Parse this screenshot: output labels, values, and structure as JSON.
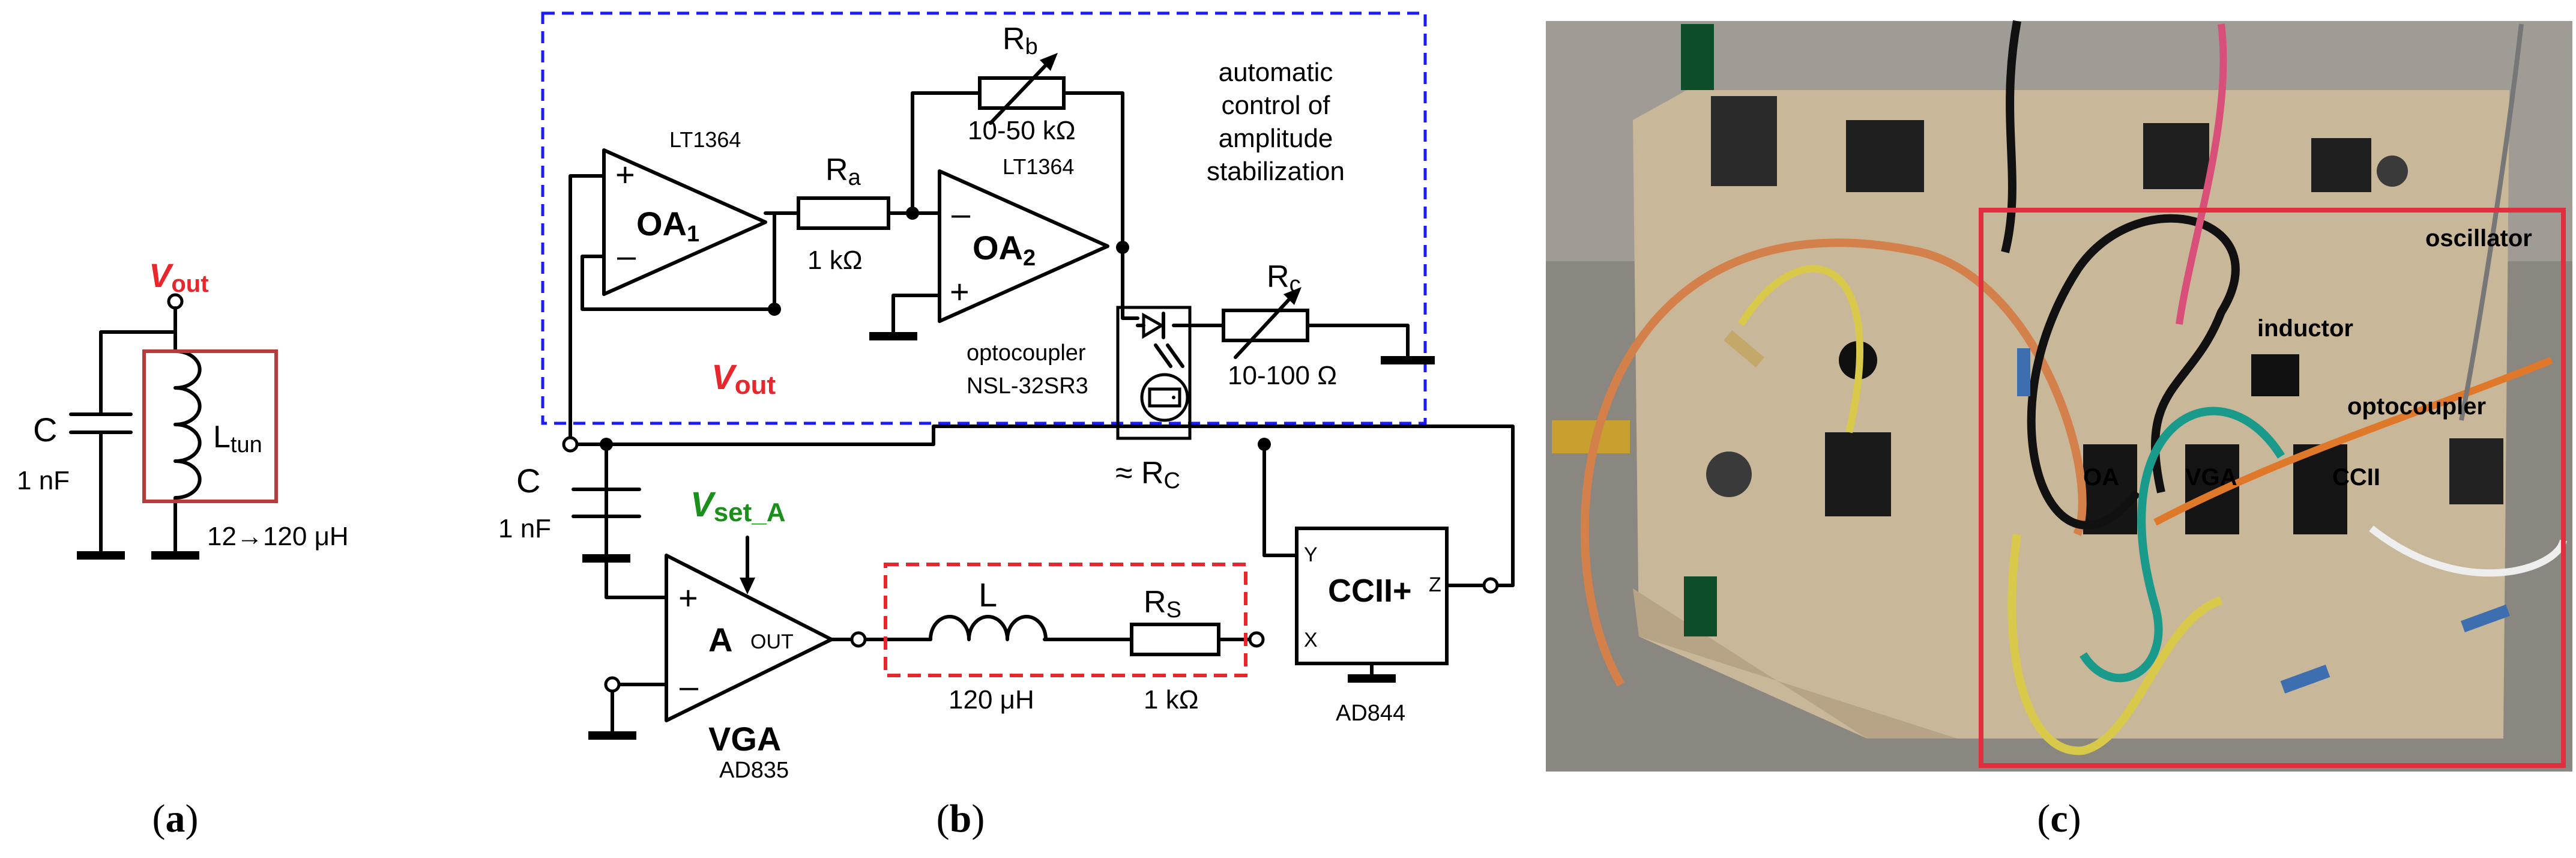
{
  "panel_a": {
    "caption": "(a)",
    "vout": "V",
    "vout_sub": "out",
    "cap_name": "C",
    "cap_value": "1 nF",
    "ind_name": "L",
    "ind_sub": "tun",
    "ind_range": "12→120 μH"
  },
  "panel_b": {
    "caption": "(b)",
    "agc_text": [
      "automatic",
      "control of",
      "amplitude",
      "stabilization"
    ],
    "oa1": {
      "part": "LT1364",
      "name": "OA",
      "sub": "1"
    },
    "oa2": {
      "part": "LT1364",
      "name": "OA",
      "sub": "2"
    },
    "ra": {
      "name": "R",
      "sub": "a",
      "value": "1 kΩ"
    },
    "rb": {
      "name": "R",
      "sub": "b",
      "value": "10-50 kΩ"
    },
    "rc": {
      "name": "R",
      "sub": "c",
      "value": "10-100 Ω"
    },
    "vout": {
      "main": "V",
      "sub": "out"
    },
    "opto": {
      "label": "optocoupler",
      "part": "NSL-32SR3",
      "approx": "≈ R",
      "approx_sub": "C"
    },
    "cap": {
      "name": "C",
      "value": "1 nF"
    },
    "vset": {
      "main": "V",
      "sub": "set_A"
    },
    "vga": {
      "letter": "A",
      "out": "OUT",
      "name": "VGA",
      "part": "AD835"
    },
    "ind": {
      "name": "L",
      "value": "120 μH"
    },
    "rs": {
      "name": "R",
      "sub": "S",
      "value": "1 kΩ"
    },
    "ccii": {
      "name": "CCII+",
      "part": "AD844",
      "y": "Y",
      "x": "X",
      "z": "Z"
    },
    "colors": {
      "agc_blue": "#1a1aff",
      "red": "#e8262b",
      "green": "#1a8f1a"
    }
  },
  "panel_c": {
    "caption": "(c)",
    "labels": {
      "oscillator": "oscillator",
      "inductor": "inductor",
      "optocoupler": "optocoupler",
      "oa": "OA",
      "vga": "VGA",
      "ccii": "CCII"
    },
    "colors": {
      "frame": "#e03040",
      "label": "#e02030",
      "board": "#c9b79a"
    }
  }
}
